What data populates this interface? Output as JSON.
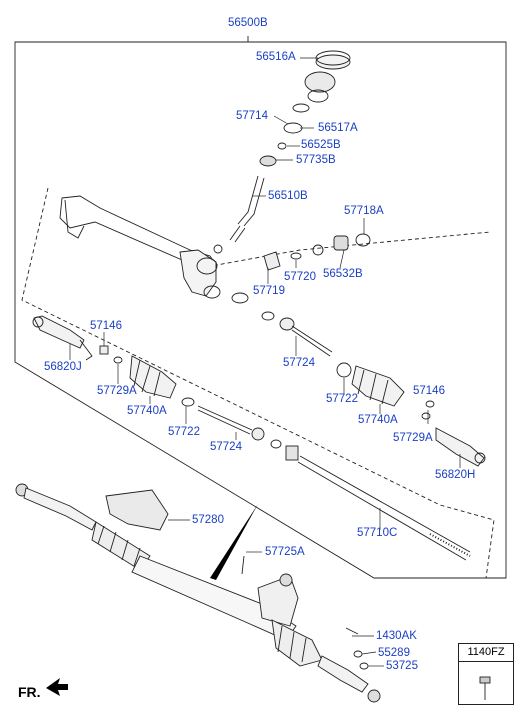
{
  "assembly_label": "56500B",
  "parts": {
    "p56516A": "56516A",
    "p57714": "57714",
    "p56517A": "56517A",
    "p56525B": "56525B",
    "p57735B": "57735B",
    "p56510B": "56510B",
    "p57718A": "57718A",
    "p57720": "57720",
    "p56532B": "56532B",
    "p57719": "57719",
    "p57146_left": "57146",
    "p56820J": "56820J",
    "p57729A_left": "57729A",
    "p57740A_left": "57740A",
    "p57724_upper": "57724",
    "p57722_right": "57722",
    "p57740A_right": "57740A",
    "p57146_right": "57146",
    "p57729A_right": "57729A",
    "p56820H": "56820H",
    "p57722_left": "57722",
    "p57724_lower": "57724",
    "p57710C": "57710C",
    "p57280": "57280",
    "p57725A": "57725A",
    "p1430AK": "1430AK",
    "p55289": "55289",
    "p53725": "53725"
  },
  "legend": {
    "code": "1140FZ"
  },
  "direction": {
    "label": "FR."
  },
  "colors": {
    "label": "#1a3fc4",
    "line": "#222222"
  }
}
